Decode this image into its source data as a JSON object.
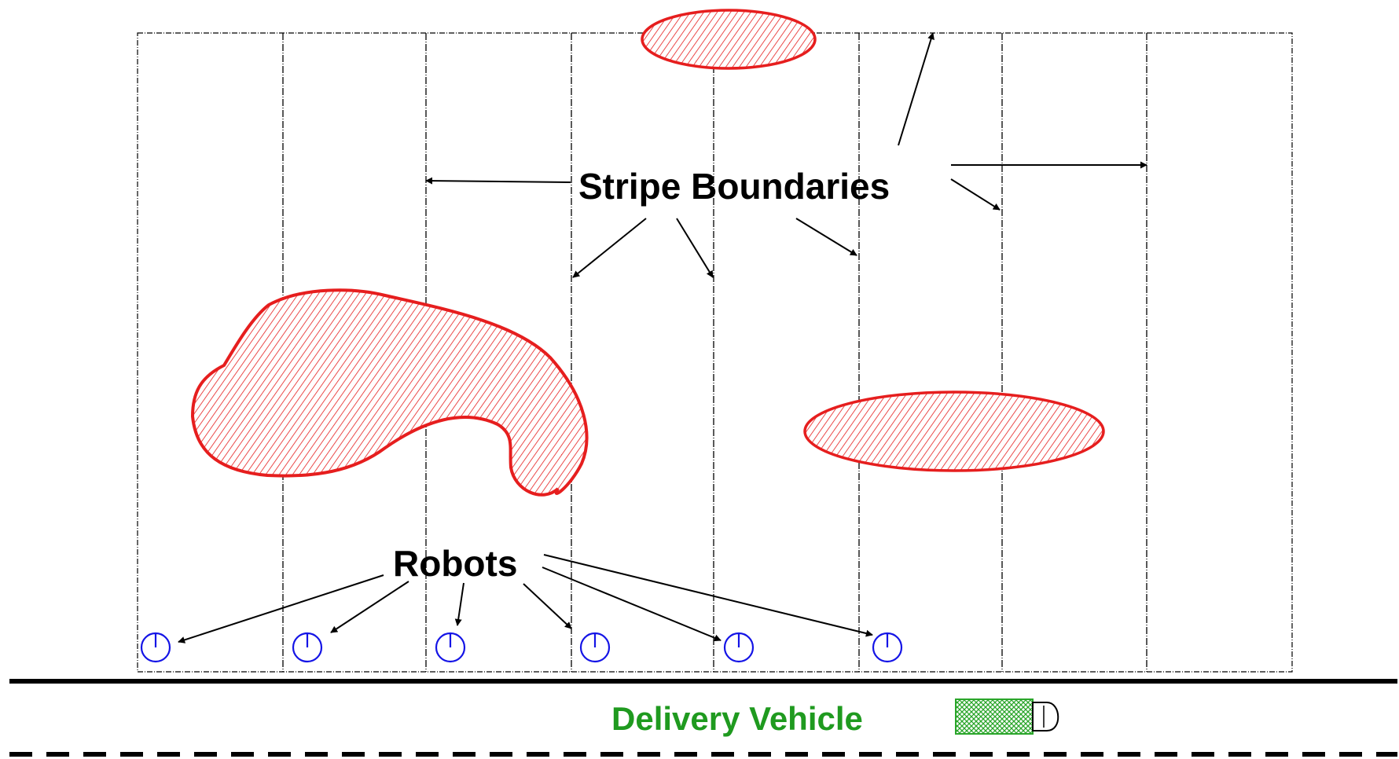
{
  "diagram": {
    "labels": {
      "stripe_boundaries": "Stripe Boundaries",
      "robots": "Robots",
      "delivery_vehicle": "Delivery Vehicle"
    },
    "stripe_count": 8,
    "robot_count": 6,
    "colors": {
      "obstacle": "#e61e1e",
      "robot": "#1414e6",
      "vehicle": "#2aa52a",
      "delivery_label": "#1f9a1f",
      "line": "#000000"
    }
  }
}
